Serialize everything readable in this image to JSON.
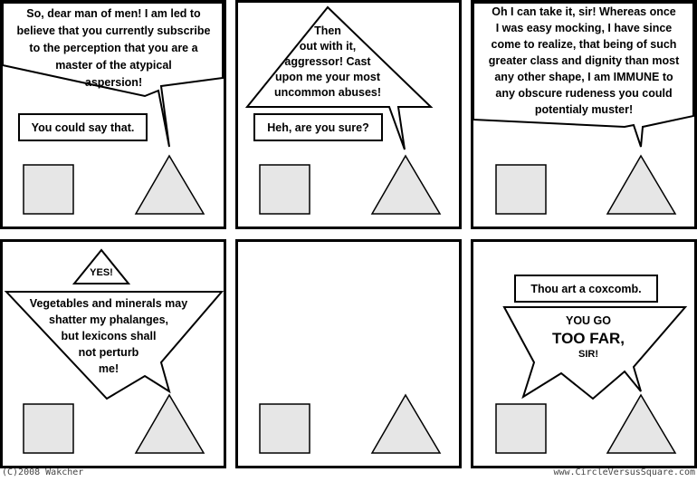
{
  "panels": [
    {
      "speech": [
        "So, dear man of men! I am led to",
        "believe that you currently subscribe",
        "to the perception that you are a",
        "master of the atypical",
        "aspersion!"
      ],
      "reply": "You could say that."
    },
    {
      "speech": [
        "Then",
        "out with it,",
        "aggressor! Cast",
        "upon me your most",
        "uncommon abuses!"
      ],
      "reply": "Heh, are you sure?"
    },
    {
      "speech": [
        "Oh I can take it, sir! Whereas once",
        "I was easy mocking, I have since",
        "come to realize, that being of such",
        "greater class and dignity than most",
        "any other shape, I am IMMUNE to",
        "any obscure rudeness you could",
        "potentialy muster!"
      ]
    },
    {
      "shout": "YES!",
      "speech": [
        "Vegetables and minerals may",
        "shatter my phalanges,",
        "but lexicons shall",
        "not perturb",
        "me!"
      ]
    },
    {},
    {
      "reply": "Thou art a coxcomb.",
      "speech": [
        "YOU GO",
        "TOO FAR,",
        "SIR!"
      ]
    }
  ],
  "footer": {
    "copyright": "(C)2008 Wakcher",
    "site": "www.CircleVersusSquare.com"
  },
  "colors": {
    "shape_fill": "#e6e6e6",
    "ink": "#000000"
  }
}
